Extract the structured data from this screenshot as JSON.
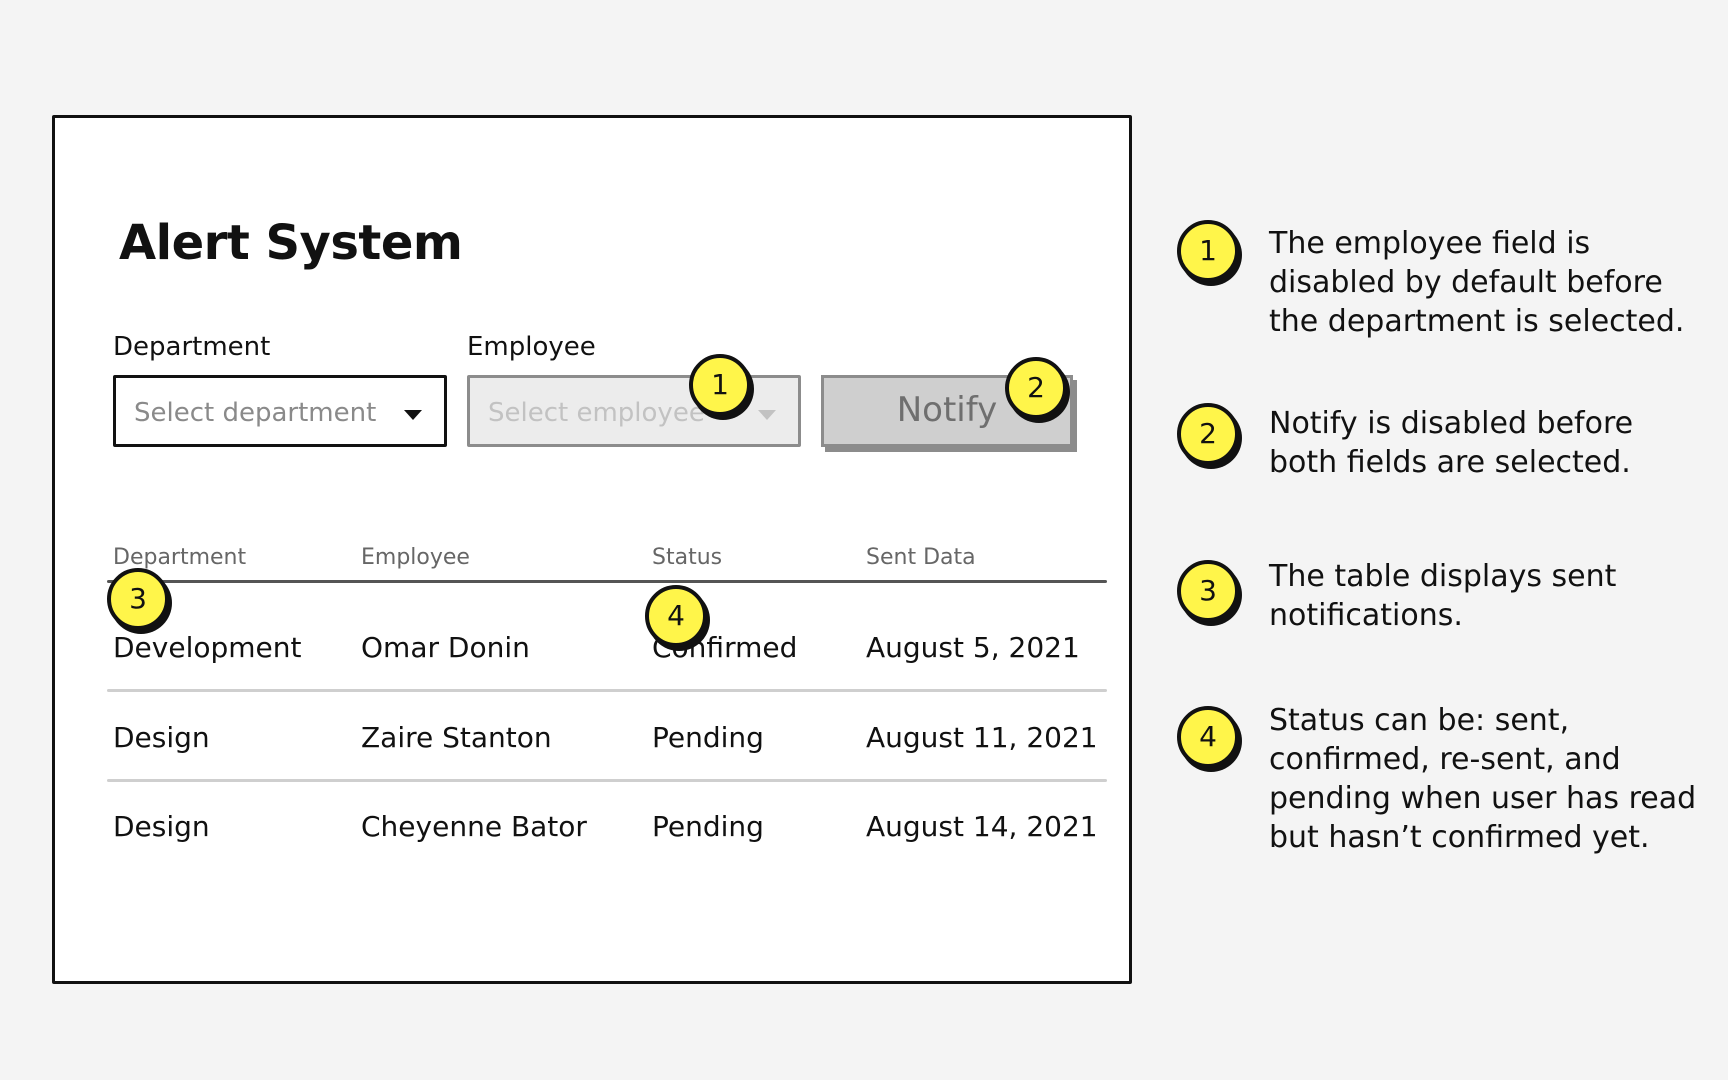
{
  "app": {
    "title": "Alert System"
  },
  "form": {
    "department_label": "Department",
    "department_placeholder": "Select department",
    "employee_label": "Employee",
    "employee_placeholder": "Select employee",
    "notify_label": "Notify"
  },
  "table": {
    "columns": [
      "Department",
      "Employee",
      "Status",
      "Sent Data"
    ],
    "rows": [
      [
        "Development",
        "Omar Donin",
        "Confirmed",
        "August 5, 2021"
      ],
      [
        "Design",
        "Zaire Stanton",
        "Pending",
        "August 11, 2021"
      ],
      [
        "Design",
        "Cheyenne Bator",
        "Pending",
        "August 14, 2021"
      ]
    ]
  },
  "markers": [
    "1",
    "2",
    "3",
    "4"
  ],
  "notes": [
    {
      "number": "1",
      "text": "The employee field is disabled by default before the department is selected."
    },
    {
      "number": "2",
      "text": "Notify is disabled before both fields are selected."
    },
    {
      "number": "3",
      "text": "The table displays sent notifications."
    },
    {
      "number": "4",
      "text": "Status can be: sent, confirmed, re-sent, and pending when user has read but hasn’t confirmed yet."
    }
  ],
  "colors": {
    "marker": "#fff54a",
    "ink": "#111111",
    "disabled": "#cfcfcf"
  }
}
